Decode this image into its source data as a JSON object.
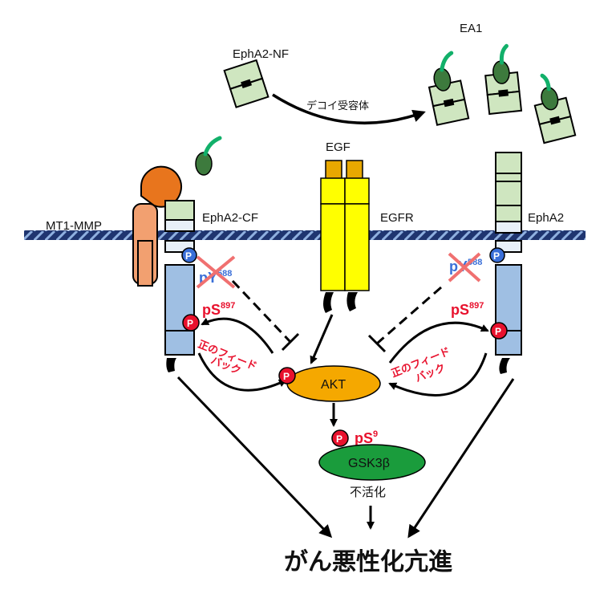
{
  "labels": {
    "epha2_nf": "EphA2-NF",
    "ea1": "EA1",
    "decoy": "デコイ受容体",
    "egf": "EGF",
    "mt1_mmp": "MT1-MMP",
    "epha2_cf": "EphA2-CF",
    "egfr": "EGFR",
    "epha2": "EphA2",
    "pY588": "pY",
    "pY588_sup": "588",
    "pS897": "pS",
    "pS897_sup": "897",
    "akt": "AKT",
    "pS9": "pS",
    "pS9_sup": "9",
    "gsk3b": "GSK3β",
    "inactivation": "不活化",
    "positive_feedback_line1": "正のフィード",
    "positive_feedback_line2": "バック",
    "positive_feedback_left_line1": "正のフィード",
    "positive_feedback_left_line2": "バック",
    "cancer_progression": "がん悪性化亢進",
    "p": "P"
  },
  "colors": {
    "receptor_green": "#cfe6c0",
    "receptor_blue": "#9fbfe3",
    "egf_gold": "#e8a800",
    "egfr_yellow": "#ffff00",
    "akt_orange": "#f5a800",
    "gsk3b_green": "#1a9c3c",
    "mmp_orange": "#f2a070",
    "phospho_red": "#e8112d",
    "phospho_blue": "#3a6fd8",
    "membrane": "#1f3570"
  }
}
